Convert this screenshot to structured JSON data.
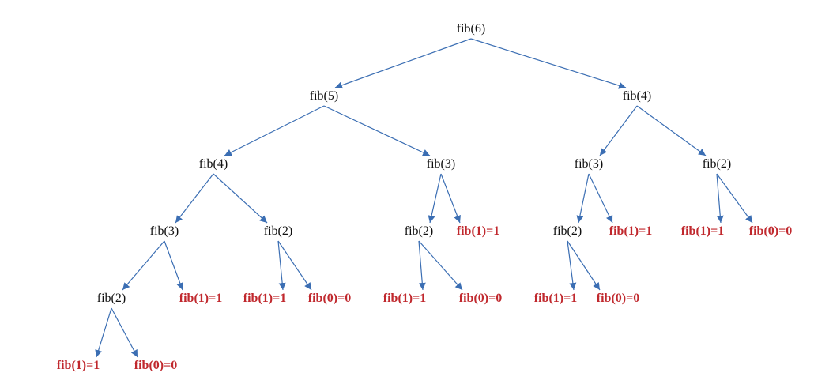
{
  "colors": {
    "edge": "#3b6eb3",
    "call_text": "#111111",
    "leaf_text": "#c0282d"
  },
  "nodes": [
    {
      "id": "n1",
      "label": "fib(6)",
      "kind": "call"
    },
    {
      "id": "n2",
      "label": "fib(5)",
      "kind": "call"
    },
    {
      "id": "n3",
      "label": "fib(4)",
      "kind": "call"
    },
    {
      "id": "n4",
      "label": "fib(4)",
      "kind": "call"
    },
    {
      "id": "n5",
      "label": "fib(3)",
      "kind": "call"
    },
    {
      "id": "n6",
      "label": "fib(3)",
      "kind": "call"
    },
    {
      "id": "n7",
      "label": "fib(2)",
      "kind": "call"
    },
    {
      "id": "n8",
      "label": "fib(3)",
      "kind": "call"
    },
    {
      "id": "n9",
      "label": "fib(2)",
      "kind": "call"
    },
    {
      "id": "n10",
      "label": "fib(2)",
      "kind": "call"
    },
    {
      "id": "n11",
      "label": "fib(1)=1",
      "kind": "leaf"
    },
    {
      "id": "n12",
      "label": "fib(2)",
      "kind": "call"
    },
    {
      "id": "n13",
      "label": "fib(1)=1",
      "kind": "leaf"
    },
    {
      "id": "n14",
      "label": "fib(1)=1",
      "kind": "leaf"
    },
    {
      "id": "n15",
      "label": "fib(0)=0",
      "kind": "leaf"
    },
    {
      "id": "n16",
      "label": "fib(2)",
      "kind": "call"
    },
    {
      "id": "n17",
      "label": "fib(1)=1",
      "kind": "leaf"
    },
    {
      "id": "n18",
      "label": "fib(1)=1",
      "kind": "leaf"
    },
    {
      "id": "n19",
      "label": "fib(0)=0",
      "kind": "leaf"
    },
    {
      "id": "n20",
      "label": "fib(1)=1",
      "kind": "leaf"
    },
    {
      "id": "n21",
      "label": "fib(0)=0",
      "kind": "leaf"
    },
    {
      "id": "n22",
      "label": "fib(1)=1",
      "kind": "leaf"
    },
    {
      "id": "n23",
      "label": "fib(0)=0",
      "kind": "leaf"
    },
    {
      "id": "n24",
      "label": "fib(1)=1",
      "kind": "leaf"
    },
    {
      "id": "n25",
      "label": "fib(0)=0",
      "kind": "leaf"
    }
  ],
  "edges": [
    [
      "n1",
      "n2"
    ],
    [
      "n1",
      "n4"
    ],
    [
      "n2",
      "n3"
    ],
    [
      "n2",
      "n8"
    ],
    [
      "n3",
      "n5"
    ],
    [
      "n3",
      "n9"
    ],
    [
      "n5",
      "n10"
    ],
    [
      "n5",
      "n11"
    ],
    [
      "n10",
      "n24"
    ],
    [
      "n10",
      "n25"
    ],
    [
      "n9",
      "n20"
    ],
    [
      "n9",
      "n21"
    ],
    [
      "n8",
      "n12"
    ],
    [
      "n8",
      "n13"
    ],
    [
      "n12",
      "n22"
    ],
    [
      "n12",
      "n23"
    ],
    [
      "n4",
      "n6"
    ],
    [
      "n4",
      "n7"
    ],
    [
      "n6",
      "n16"
    ],
    [
      "n6",
      "n17"
    ],
    [
      "n16",
      "n18"
    ],
    [
      "n16",
      "n19"
    ],
    [
      "n7",
      "n14"
    ],
    [
      "n7",
      "n15"
    ]
  ]
}
